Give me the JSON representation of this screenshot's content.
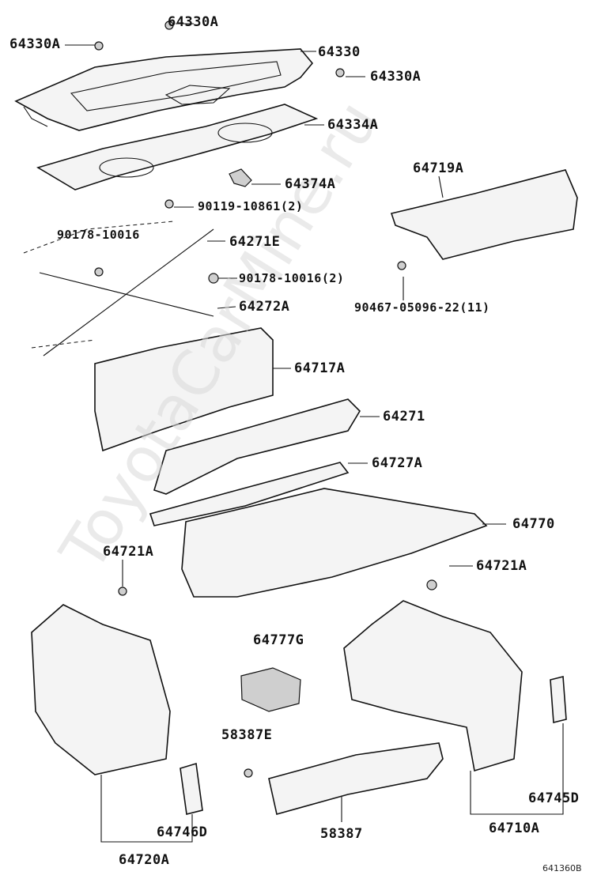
{
  "labels": {
    "l_64330A_top": "64330A",
    "l_64330A_left": "64330A",
    "l_64330": "64330",
    "l_64330A_right": "64330A",
    "l_64334A": "64334A",
    "l_64374A": "64374A",
    "l_90119": "90119-10861(2)",
    "l_90178_a": "90178-10016",
    "l_64271E": "64271E",
    "l_90178_b": "90178-10016(2)",
    "l_64272A": "64272A",
    "l_64719A": "64719A",
    "l_90467": "90467-05096-22(11)",
    "l_64717A": "64717A",
    "l_64271": "64271",
    "l_64727A": "64727A",
    "l_64770": "64770",
    "l_64721A_left": "64721A",
    "l_64721A_right": "64721A",
    "l_64777G": "64777G",
    "l_58387E": "58387E",
    "l_64745D": "64745D",
    "l_58387": "58387",
    "l_64710A": "64710A",
    "l_64746D": "64746D",
    "l_64720A": "64720A"
  },
  "watermark": "ToyotaCarMine.ru",
  "figure_code": "641360B"
}
